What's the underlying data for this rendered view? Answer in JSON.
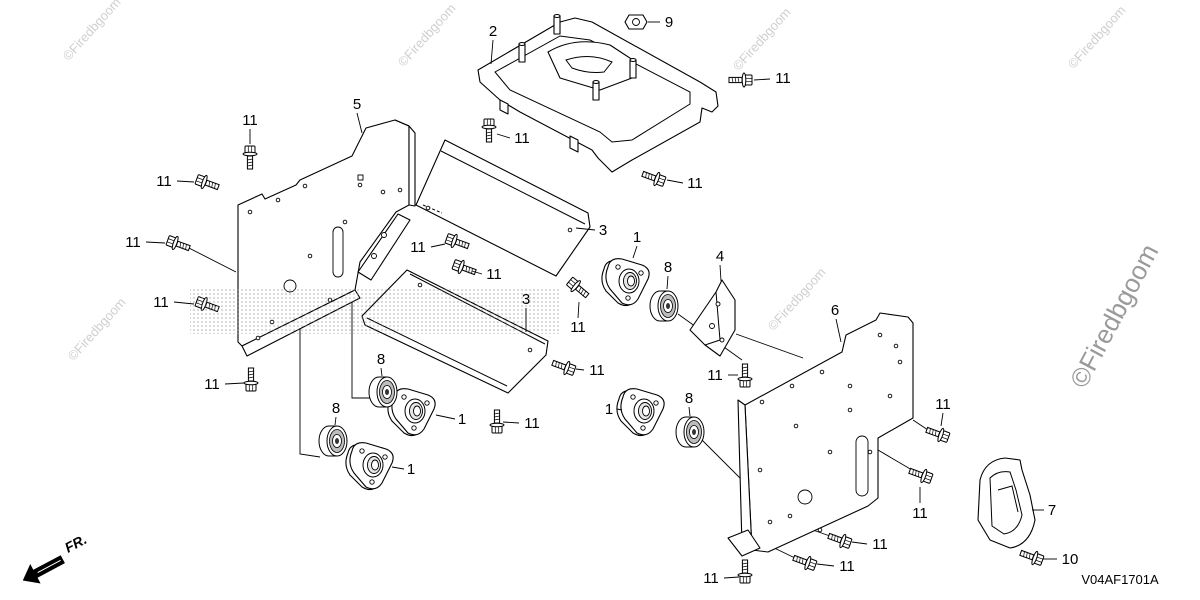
{
  "diagram": {
    "callouts": [
      "2",
      "9",
      "11",
      "11",
      "5",
      "11",
      "11",
      "11",
      "3",
      "1",
      "11",
      "11",
      "11",
      "8",
      "4",
      "6",
      "11",
      "3",
      "11",
      "8",
      "11",
      "11",
      "11",
      "11",
      "1",
      "8",
      "8",
      "1",
      "11",
      "1",
      "11",
      "7",
      "11",
      "11",
      "10",
      "11"
    ],
    "drawing_code": "V04AF1701A",
    "direction_label": "FR.",
    "watermark": "©Firedbgoom"
  }
}
